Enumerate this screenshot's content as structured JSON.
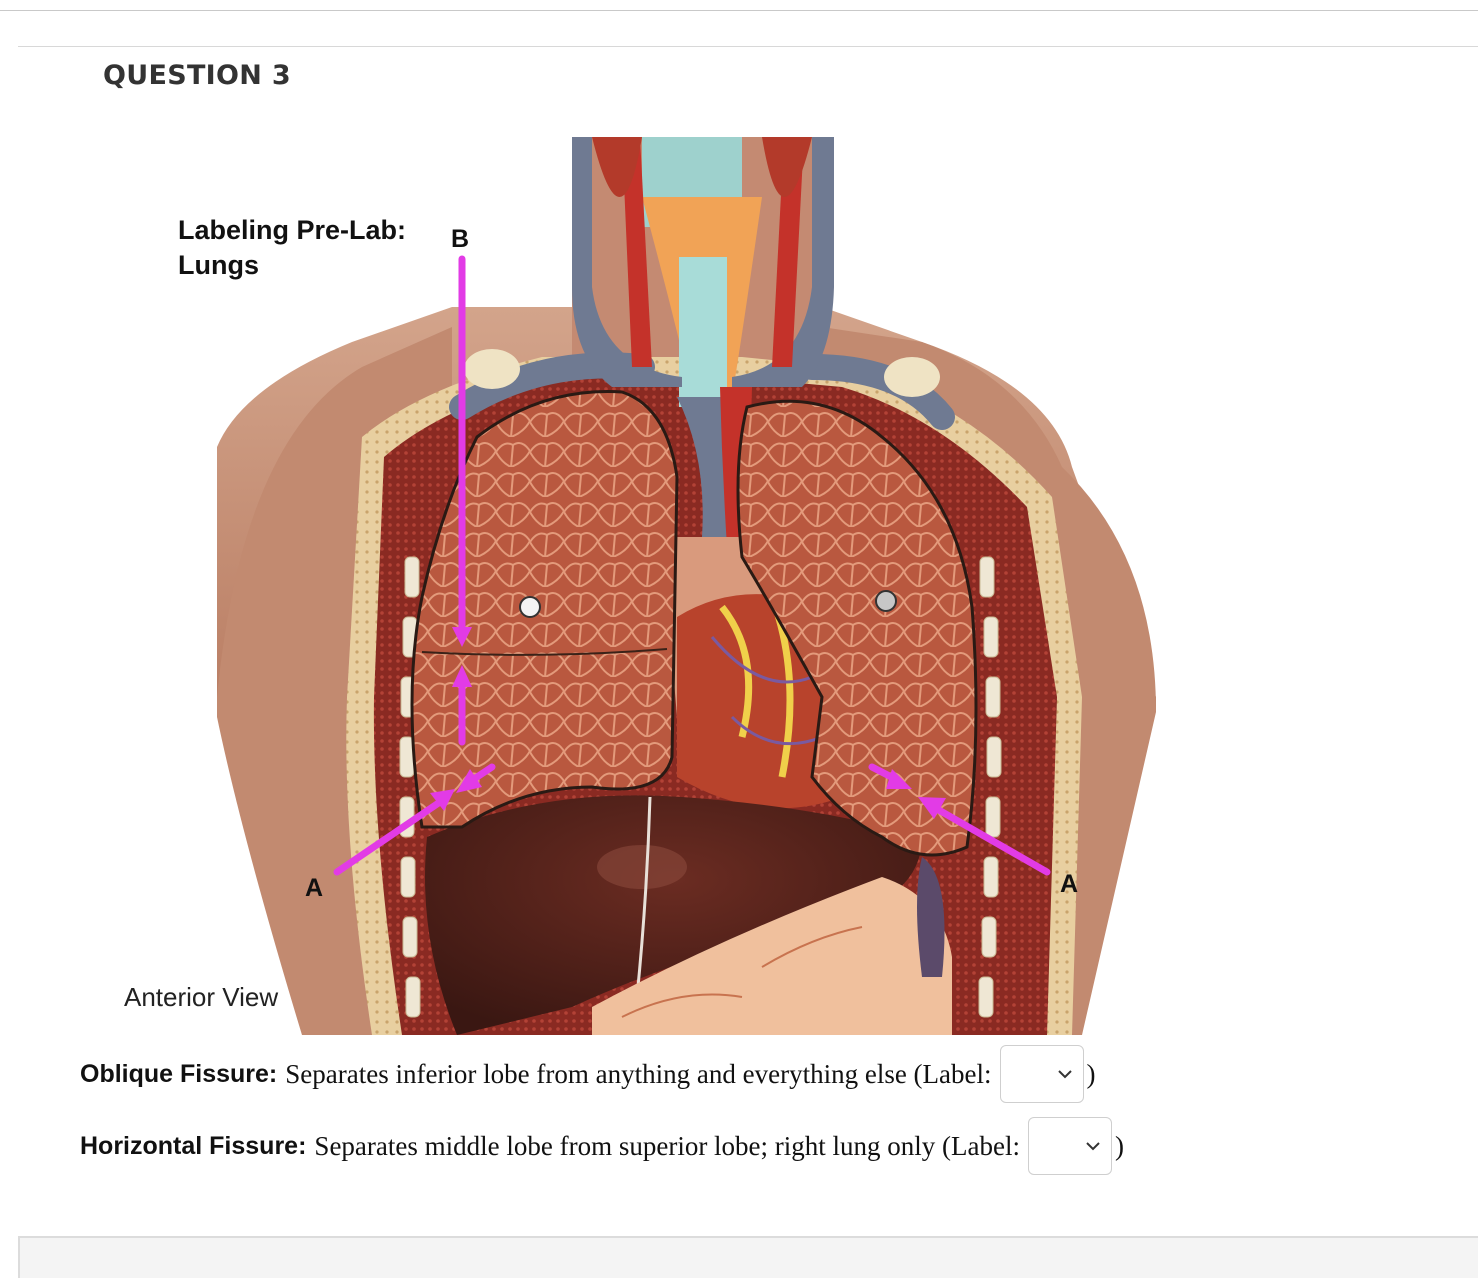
{
  "question": {
    "title": "QUESTION 3"
  },
  "figure": {
    "heading_line1": "Labeling Pre-Lab:",
    "heading_line2": "Lungs",
    "caption": "Anterior View",
    "label_a": "A",
    "label_b": "B"
  },
  "items": [
    {
      "term": "Oblique Fissure:",
      "description": "Separates inferior lobe from anything and everything else (Label:",
      "selected": "",
      "close": ")"
    },
    {
      "term": "Horizontal Fissure:",
      "description": "Separates middle lobe from superior lobe; right lung only (Label:",
      "selected": "",
      "close": ")"
    }
  ],
  "colors": {
    "arrow": "#e23be6",
    "skin": "#c8937a",
    "lung": "#b8573f",
    "liver": "#4a2019",
    "muscle": "#8f2c22"
  },
  "icons": [
    "chevron-down-icon"
  ]
}
